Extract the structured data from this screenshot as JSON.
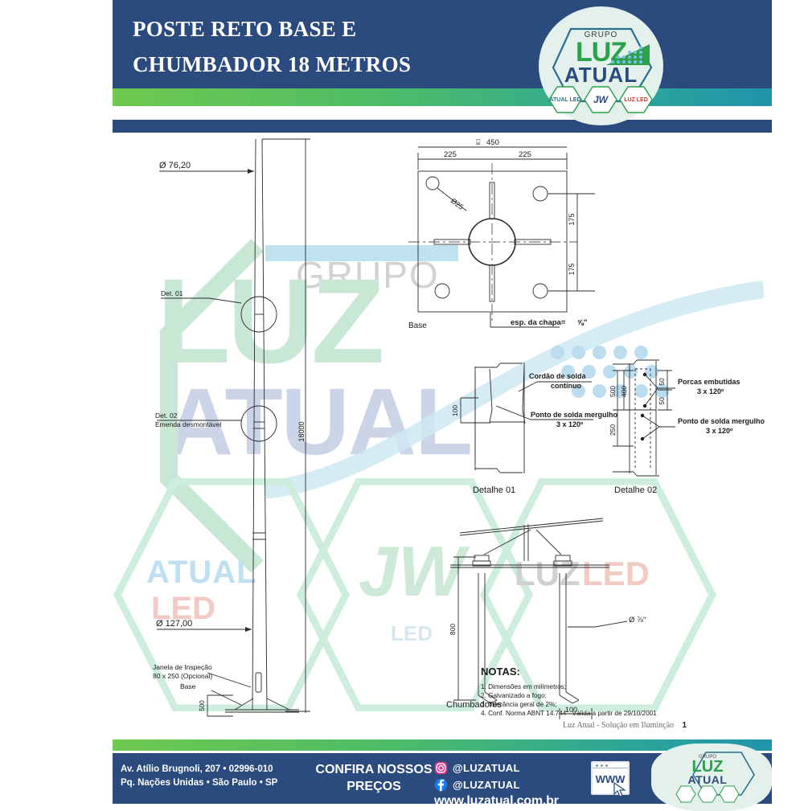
{
  "header": {
    "title_line1": "POSTE RETO BASE E",
    "title_line2": "CHUMBADOR 18 METROS",
    "logo": {
      "grupo": "GRUPO",
      "luz": "LUZ",
      "atual": "ATUAL",
      "sub_badges": [
        "ATUAL LED",
        "JW",
        "LUZ LED"
      ]
    },
    "colors": {
      "navy": "#2b4a7d",
      "green": "#6ec94f",
      "teal": "#1f94ac"
    }
  },
  "watermarks": {
    "grupo": "GRUPO",
    "luz": "LUZ",
    "atual": "ATUAL",
    "hexes": [
      {
        "label": "ATUAL",
        "sub": "LED"
      },
      {
        "label": "JW",
        "sub": "LED"
      },
      {
        "label": "LUZ",
        "sub": "LED"
      }
    ]
  },
  "drawing": {
    "pole": {
      "top_diameter_label": "Ø 76,20",
      "bottom_diameter_label": "Ø 127,00",
      "height_label": "18000",
      "det01_label": "Det. 01",
      "det02_label": "Det. 02",
      "det02_sub": "Emenda desmontável",
      "inspection_window_l1": "Janela de Inspeção",
      "inspection_window_l2": "80 x 250 (Opcional)",
      "base_label": "Base",
      "base_height_label": "500"
    },
    "base_plate": {
      "title": "Base",
      "overall_label": "450",
      "overall_symbol": "⌸",
      "half_left": "225",
      "half_right": "225",
      "vert_top": "175",
      "vert_bottom": "175",
      "hole_label": "Ø25",
      "thickness_label": "esp. da chapa=",
      "thickness_value": "⅝\""
    },
    "detalhe01": {
      "title": "Detalhe 01",
      "dim_100": "100",
      "note_weld_l1": "Cordão de solda",
      "note_weld_l2": "contínuo",
      "note_spot_l1": "Ponto de solda mergulho",
      "note_spot_l2": "3 x 120º"
    },
    "detalhe02": {
      "title": "Detalhe 02",
      "dim_500": "500",
      "dim_400": "400",
      "dim_50_a": "50",
      "dim_50_b": "50",
      "dim_250": "250",
      "note_nuts_l1": "Porcas embutidas",
      "note_nuts_l2": "3 x 120º",
      "note_spot_l1": "Ponto de solda mergulho",
      "note_spot_l2": "3 x 120º"
    },
    "chumbadores": {
      "title": "Chumbadores",
      "dim_800": "800",
      "dim_100": "100",
      "diameter_label": "Ø ⅞\""
    },
    "notas": {
      "title": "NOTAS:",
      "items": [
        "1. Dimensões em milímetros;",
        "2. Galvanizado a fogo;",
        "3. Tolerância geral de 2%;",
        "4. Conf. Norma ABNT 14.744 - Válida a partir de 29/10/2001"
      ]
    }
  },
  "page_footnote": {
    "text": "Luz Atual - Solução em Iluminção",
    "page_number": "1"
  },
  "footer": {
    "address_line1": "Av. Atílio Brugnoli, 207 • 02996-010",
    "address_line2": "Pq. Nações Unidas • São Paulo • SP",
    "cta_line1": "CONFIRA NOSSOS",
    "cta_line2": "PREÇOS",
    "instagram": "@LUZATUAL",
    "facebook": "@LUZATUAL",
    "website": "www.luzatual.com.br",
    "www_box_label": "WWW",
    "logo": {
      "grupo": "GRUPO",
      "luz": "LUZ",
      "atual": "ATUAL"
    }
  }
}
